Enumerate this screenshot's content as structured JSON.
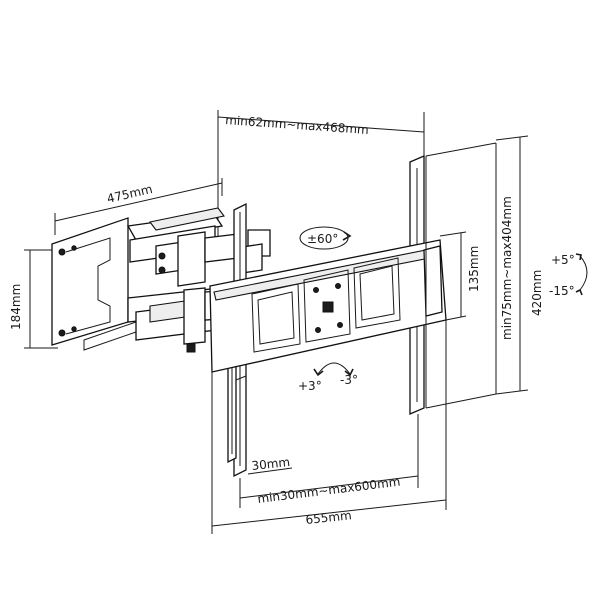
{
  "dimensions": {
    "top_width": "min62mm~max468mm",
    "arm_depth": "475mm",
    "wall_plate_height": "184mm",
    "swivel": "±60°",
    "tilt_up": "+5°",
    "tilt_down": "-15°",
    "vertical_spacing": "min75mm~max404mm",
    "overall_height": "420mm",
    "center_height": "135mm",
    "level_plus": "+3°",
    "level_minus": "-3°",
    "hook_min": "30mm",
    "horizontal_spacing": "min30mm~max600mm",
    "overall_width": "655mm"
  }
}
